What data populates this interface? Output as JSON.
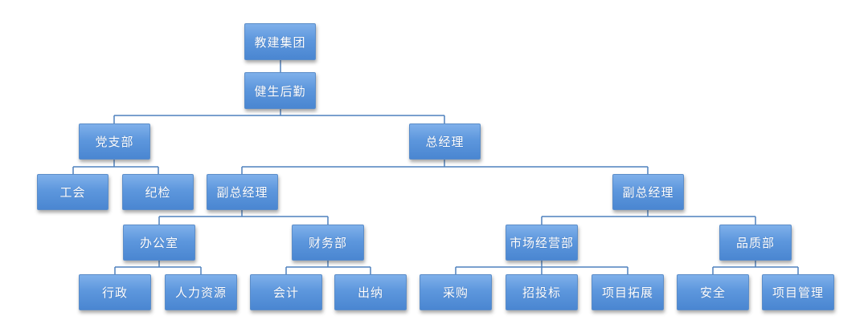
{
  "nodes": {
    "group": "教建集团",
    "logistics": "健生后勤",
    "party_branch": "党支部",
    "general_manager": "总经理",
    "union": "工会",
    "discipline": "纪检",
    "deputy_gm_left": "副总经理",
    "deputy_gm_right": "副总经理",
    "office": "办公室",
    "finance": "财务部",
    "marketing": "市场经营部",
    "quality": "品质部",
    "administration": "行政",
    "hr": "人力资源",
    "accounting": "会计",
    "cashier": "出纳",
    "procurement": "采购",
    "bidding": "招投标",
    "project_expansion": "项目拓展",
    "safety": "安全",
    "project_management": "项目管理"
  },
  "colors": {
    "node_fill_top": "#7fb0ea",
    "node_fill_bottom": "#4a86d1",
    "node_border": "#5b8dc9",
    "connector": "#4f81bd",
    "text": "#ffffff"
  }
}
